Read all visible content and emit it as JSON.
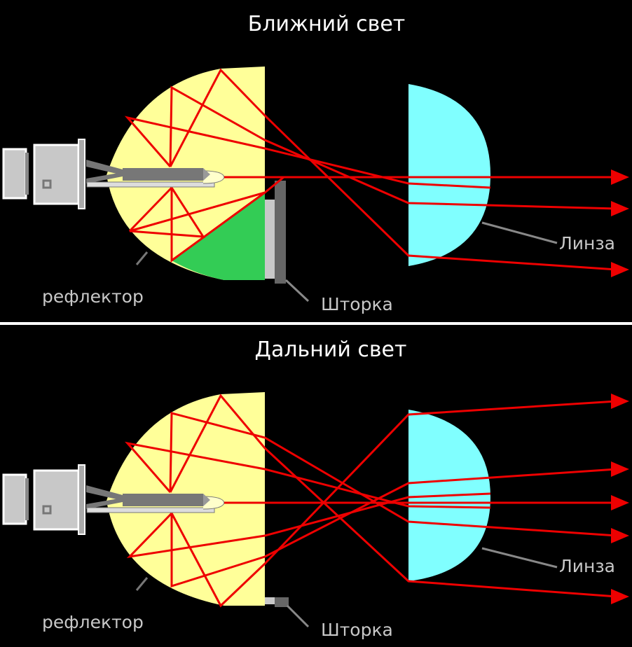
{
  "panels": [
    {
      "title": "Ближний свет",
      "reflector_label": "рефлектор",
      "shutter_label": "Шторка",
      "lens_label": "Линза"
    },
    {
      "title": "Дальний свет",
      "reflector_label": "рефлектор",
      "shutter_label": "Шторка",
      "lens_label": "Линза"
    }
  ],
  "colors": {
    "background": "#000000",
    "reflector": "#ffff99",
    "shadow": "#33cc55",
    "lens": "#80ffff",
    "ray": "#ee0000",
    "divider": "#ffffff"
  }
}
